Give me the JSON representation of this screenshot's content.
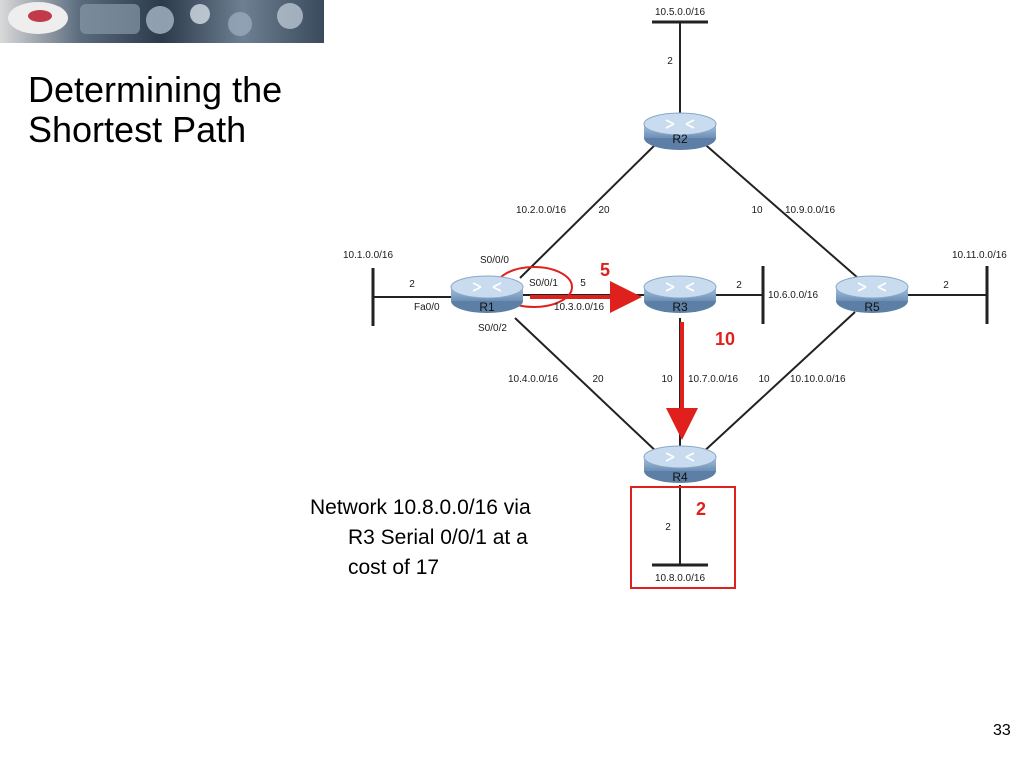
{
  "slide": {
    "title_line1": "Determining the",
    "title_line2": "Shortest Path",
    "caption_line1": "Network 10.8.0.0/16 via",
    "caption_line2": "R3 Serial 0/0/1 at a",
    "caption_line3": "cost of 17",
    "page_number": "33"
  },
  "routers": {
    "r1": "R1",
    "r2": "R2",
    "r3": "R3",
    "r4": "R4",
    "r5": "R5"
  },
  "networks": {
    "n5": "10.5.0.0/16",
    "n1": "10.1.0.0/16",
    "n11": "10.11.0.0/16",
    "n2": "10.2.0.0/16",
    "n9": "10.9.0.0/16",
    "n3": "10.3.0.0/16",
    "n6": "10.6.0.0/16",
    "n4": "10.4.0.0/16",
    "n7": "10.7.0.0/16",
    "n10": "10.10.0.0/16",
    "n8": "10.8.0.0/16"
  },
  "interfaces": {
    "s000": "S0/0/0",
    "s001": "S0/0/1",
    "s002": "S0/0/2",
    "fa00": "Fa0/0"
  },
  "costs": {
    "n5": "2",
    "n1": "2",
    "n11": "2",
    "n2": "20",
    "n9": "10",
    "n3": "5",
    "n6": "2",
    "n4": "20",
    "n7": "10",
    "n10": "10",
    "n8": "2"
  },
  "highlights": {
    "cost_r1_r3": "5",
    "cost_r3_r4": "10",
    "cost_r4_net": "2",
    "color": "#e0201c"
  },
  "colors": {
    "router_body": "#7fa3c9",
    "router_top": "#c4d6ea",
    "link": "#222222"
  }
}
